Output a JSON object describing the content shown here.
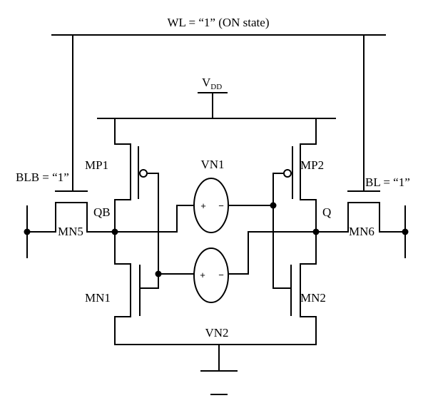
{
  "diagram": {
    "wordline_label": "WL = “1” (ON state)",
    "vdd": {
      "main": "V",
      "sub": "DD"
    },
    "blb_label": "BLB = “1”",
    "bl_label": "BL = “1”",
    "transistors": {
      "mp1": "MP1",
      "mp2": "MP2",
      "mn1": "MN1",
      "mn2": "MN2",
      "mn5": "MN5",
      "mn6": "MN6"
    },
    "nodes": {
      "qb": "QB",
      "q": "Q"
    },
    "sources": {
      "vn1": "VN1",
      "vn2": "VN2",
      "plus": "+",
      "minus": "−"
    }
  }
}
